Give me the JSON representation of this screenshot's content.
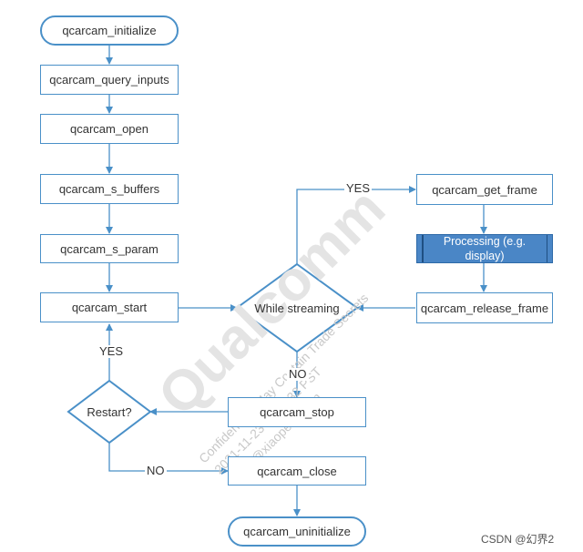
{
  "nodes": {
    "initialize": "qcarcam_initialize",
    "query_inputs": "qcarcam_query_inputs",
    "open": "qcarcam_open",
    "s_buffers": "qcarcam_s_buffers",
    "s_param": "qcarcam_s_param",
    "start": "qcarcam_start",
    "get_frame": "qcarcam_get_frame",
    "processing": "Processing (e.g. display)",
    "release_frame": "qcarcam_release_frame",
    "while_streaming": "While streaming",
    "restart": "Restart?",
    "stop": "qcarcam_stop",
    "close": "qcarcam_close",
    "uninitialize": "qcarcam_uninitialize"
  },
  "edge_labels": {
    "streaming_yes": "YES",
    "streaming_no": "NO",
    "restart_yes": "YES",
    "restart_no": "NO"
  },
  "watermark": {
    "brand": "Qualcomm",
    "line1": "Confidential - May Contain Trade Secrets",
    "line2": "2021-11-23 01:11:32 PST",
    "line3": "lingjx@xiaopeng.com"
  },
  "credit": "CSDN @幻界2",
  "colors": {
    "stroke": "#4a90c8",
    "processing_fill": "#4a86c6",
    "text": "#333333",
    "watermark": "#c8c8c8"
  }
}
